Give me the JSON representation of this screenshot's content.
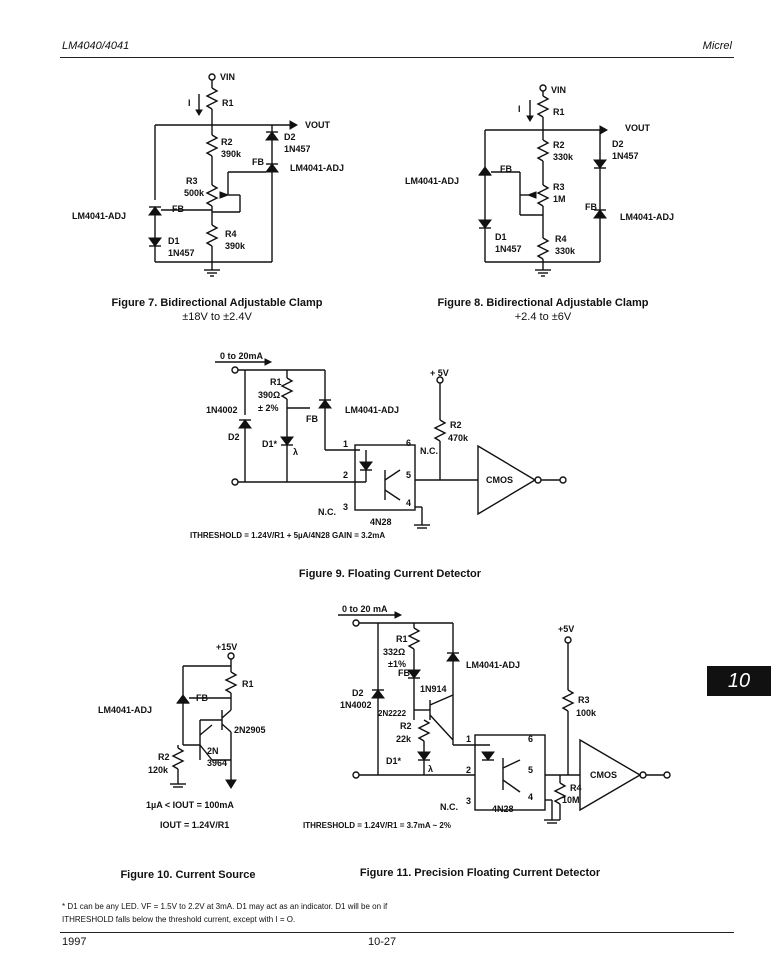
{
  "header": {
    "left": "LM4040/4041",
    "right": "Micrel"
  },
  "section_tab": "10",
  "fig7": {
    "vin": "VIN",
    "i": "I",
    "r1": "R1",
    "vout": "VOUT",
    "r2": "R2",
    "r2v": "390k",
    "d2": "D2",
    "d2v": "1N457",
    "fb": "FB",
    "ic": "LM4041-ADJ",
    "r3": "R3",
    "r3v": "500k",
    "ic2": "LM4041-ADJ",
    "fb2": "FB",
    "d1": "D1",
    "d1v": "1N457",
    "r4": "R4",
    "r4v": "390k",
    "caption1": "Figure 7.  Bidirectional Adjustable Clamp",
    "caption2": "±18V to ±2.4V"
  },
  "fig8": {
    "vin": "VIN",
    "i": "I",
    "r1": "R1",
    "vout": "VOUT",
    "r2": "R2",
    "r2v": "330k",
    "d2": "D2",
    "d2v": "1N457",
    "ic": "LM4041-ADJ",
    "fb": "FB",
    "r3": "R3",
    "r3v": "1M",
    "fb2": "FB",
    "ic2": "LM4041-ADJ",
    "d1": "D1",
    "d1v": "1N457",
    "r4": "R4",
    "r4v": "330k",
    "caption1": "Figure 8.  Bidirectional Adjustable Clamp",
    "caption2": "+2.4 to ±6V"
  },
  "fig9": {
    "range": "0 to 20mA",
    "r1": "R1",
    "r1v": "390Ω",
    "r1t": "± 2%",
    "d2v": "1N4002",
    "d2": "D2",
    "fb": "FB",
    "ic": "LM4041-ADJ",
    "d1": "D1*",
    "lambda": "λ",
    "p5v": "+ 5V",
    "r2": "R2",
    "r2v": "470k",
    "pin1": "1",
    "pin2": "2",
    "pin3": "3",
    "pin4": "4",
    "pin5": "5",
    "pin6": "6",
    "nc1": "N.C.",
    "nc2": "N.C.",
    "opto": "4N28",
    "cmos": "CMOS",
    "eq": "ITHRESHOLD = 1.24V/R1 + 5µA/4N28 GAIN = 3.2mA",
    "caption": "Figure 9.  Floating Current Detector"
  },
  "fig10": {
    "p15v": "+15V",
    "r1": "R1",
    "fb": "FB",
    "ic": "LM4041-ADJ",
    "q1": "2N2905",
    "q2a": "2N",
    "q2b": "3964",
    "r2": "R2",
    "r2v": "120k",
    "cond": "1µA < IOUT = 100mA",
    "eq": "IOUT = 1.24V/R1",
    "caption": "Figure 10.  Current Source"
  },
  "fig11": {
    "range": "0 to 20 mA",
    "r1": "R1",
    "r1v": "332Ω",
    "r1t": "±1%",
    "d2": "D2",
    "d2v": "1N4002",
    "fb": "FB",
    "ic": "LM4041-ADJ",
    "dq": "1N914",
    "q": "2N2222",
    "r2": "R2",
    "r2v": "22k",
    "d1": "D1*",
    "lambda": "λ",
    "p5v": "+5V",
    "r3": "R3",
    "r3v": "100k",
    "r4": "R4",
    "r4v": "10M",
    "nc": "N.C.",
    "opto": "4N28",
    "cmos": "CMOS",
    "pin1": "1",
    "pin2": "2",
    "pin3": "3",
    "pin4": "4",
    "pin5": "5",
    "pin6": "6",
    "eq": "ITHRESHOLD = 1.24V/R1 = 3.7mA ~ 2%",
    "caption": "Figure 11.  Precision Floating Current Detector"
  },
  "footnote": "* D1 can be any LED. VF = 1.5V to 2.2V at 3mA. D1 may act as an indicator. D1 will be on if ITHRESHOLD falls below the threshold current, except with I = O.",
  "footer": {
    "year": "1997",
    "page": "10-27"
  }
}
